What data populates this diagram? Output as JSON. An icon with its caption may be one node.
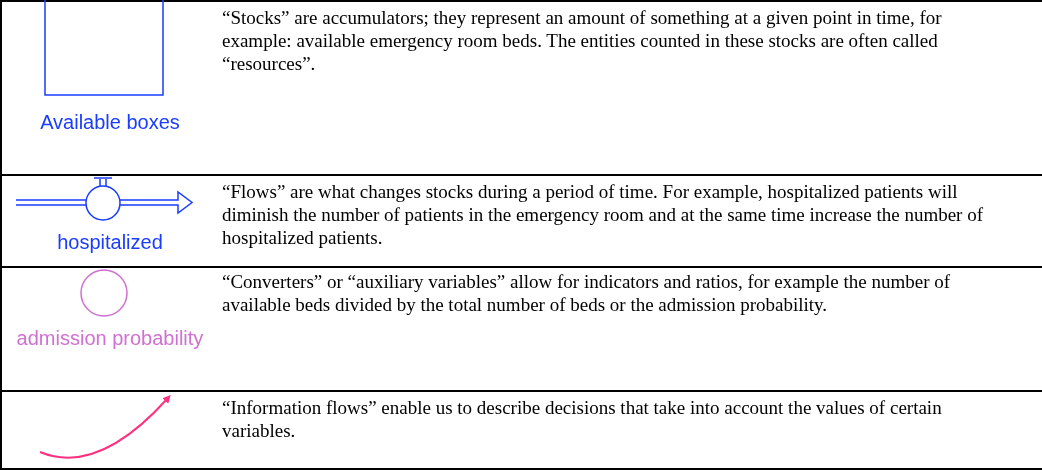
{
  "diagram": {
    "nodes": [
      {
        "text": [
          "Available boxes"
        ]
      },
      {
        "text": [
          "hospitalized"
        ]
      },
      {
        "text": [
          "admission probability"
        ]
      }
    ],
    "labels": [
      "“Stocks” are accumulators; they represent an amount of something at a given point in time, for example: available emergency room beds. The entities counted in these stocks are often called “resources”.",
      "“Flows” are what changes stocks during a period of time. For example, hospitalized patients will diminish the number of patients in the emergency room and at the same time increase the number of hospitalized patients.",
      "“Converters” or “auxiliary variables” allow for indicators and ratios, for example the number of available beds divided by the total number of beds or the admission probability.",
      "“Information flows” enable us to describe decisions that take into account the values of certain variables."
    ]
  }
}
